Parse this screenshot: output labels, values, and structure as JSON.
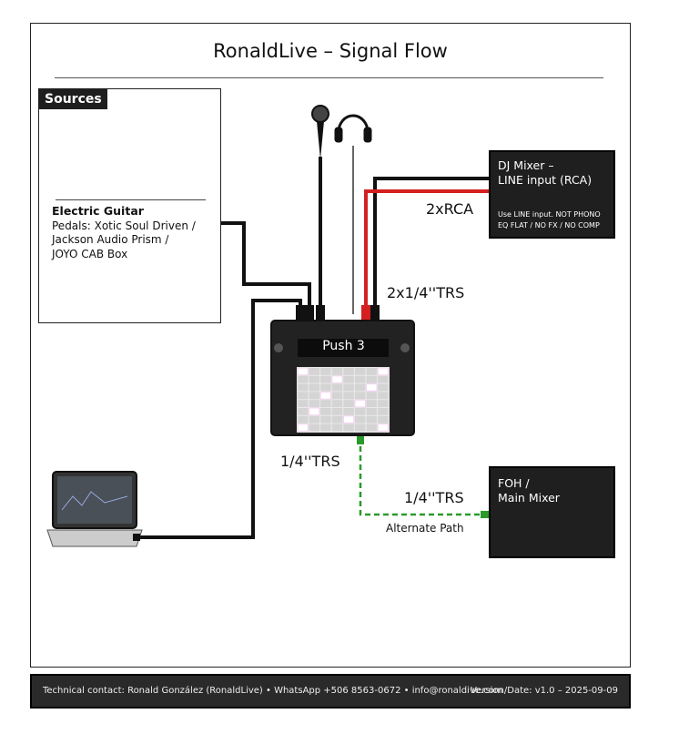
{
  "title": "RonaldLive – Signal Flow",
  "sources": {
    "tag": "Sources",
    "instrument": "Electric Guitar",
    "pedals_line1": "Pedals: Xotic Soul Driven /",
    "pedals_line2": "Jackson Audio Prism /",
    "pedals_line3": "JOYO CAB Box"
  },
  "dj_mixer": {
    "line1": "DJ Mixer –",
    "line2": "LINE input (RCA)",
    "note1": "Use LINE input. NOT PHONO",
    "note2": "EQ FLAT / NO FX / NO COMP"
  },
  "push": {
    "label": "Push 3",
    "lit_pads": [
      [
        0,
        0
      ],
      [
        0,
        7
      ],
      [
        1,
        3
      ],
      [
        2,
        6
      ],
      [
        3,
        2
      ],
      [
        4,
        5
      ],
      [
        5,
        1
      ],
      [
        6,
        4
      ],
      [
        7,
        0
      ],
      [
        7,
        7
      ]
    ]
  },
  "foh": {
    "line1": "FOH /",
    "line2": "Main Mixer"
  },
  "labels": {
    "rca": "2xRCA",
    "trs_in": "2x1/4''TRS",
    "trs_out": "1/4''TRS",
    "trs_foh": "1/4''TRS",
    "alternate": "Alternate Path"
  },
  "colors": {
    "cable": "#111111",
    "rca_red": "#d42020",
    "alt_green": "#2a9a2a"
  },
  "footer": {
    "contact": "Technical contact: Ronald González (RonaldLive) • WhatsApp +506 8563-0672 • info@ronaldive.com",
    "version": "Version/Date: v1.0 – 2025-09-09"
  }
}
